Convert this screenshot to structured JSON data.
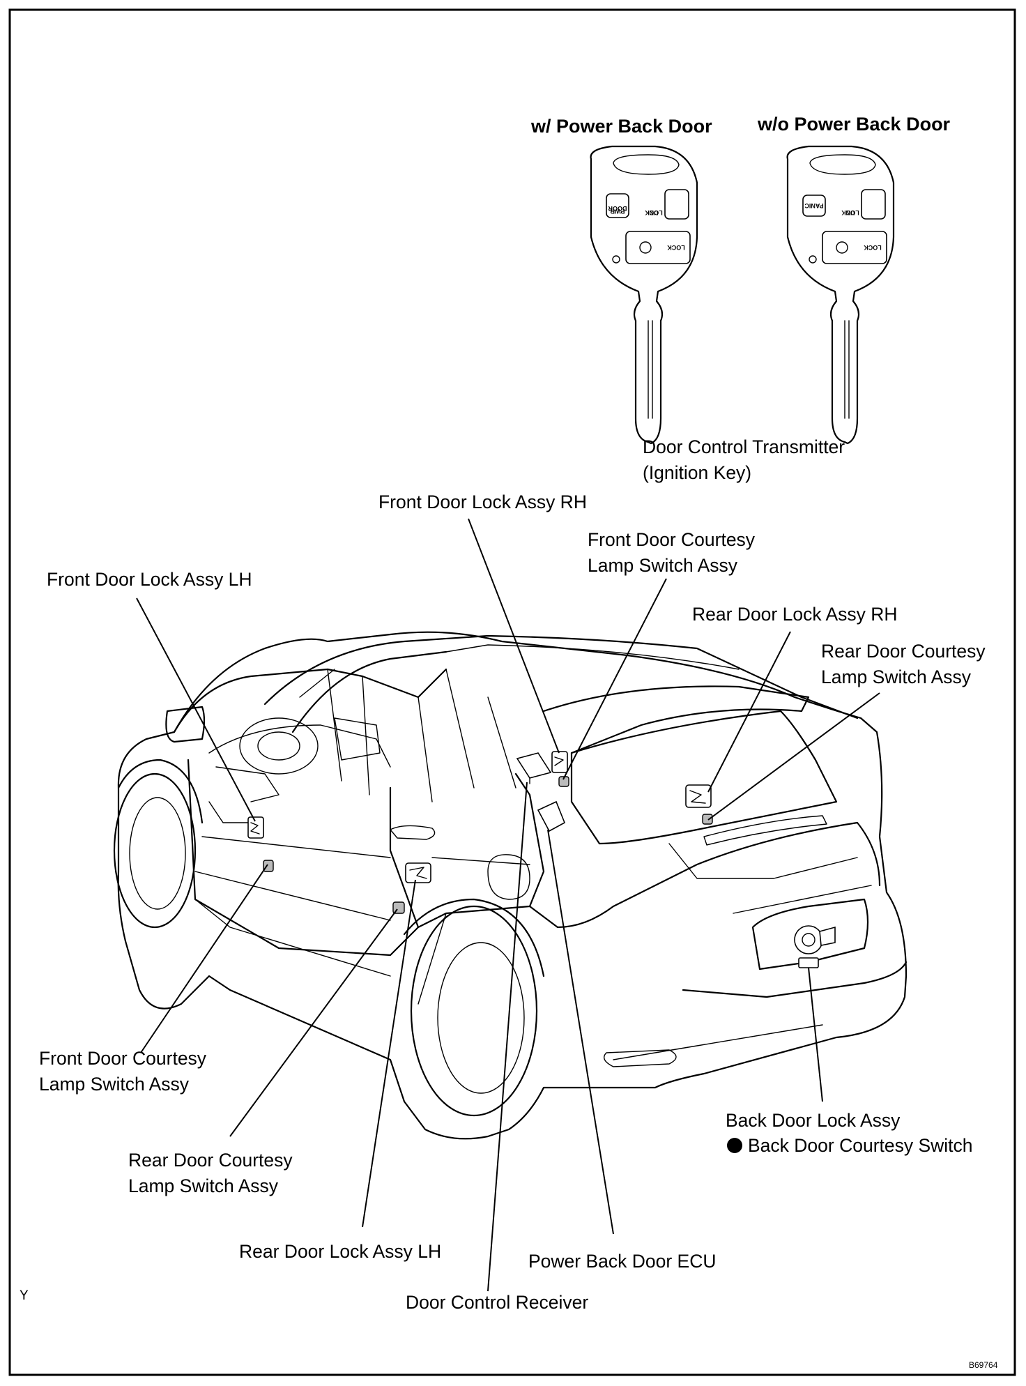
{
  "keys": {
    "with_power_back_door": "w/ Power Back Door",
    "without_power_back_door": "w/o Power Back Door",
    "transmitter_line1": "Door Control Transmitter",
    "transmitter_line2": "(Ignition Key)",
    "button_pwr_line1": "PWR",
    "button_pwr_line2": "DOOR",
    "button_panic": "PANIC",
    "button_unlock_line1": "UN",
    "button_unlock_line2": "LOCK",
    "button_lock": "LOCK"
  },
  "labels": {
    "front_door_lock_rh": "Front Door Lock Assy RH",
    "front_door_courtesy_rh_line1": "Front Door Courtesy",
    "front_door_courtesy_rh_line2": "Lamp Switch Assy",
    "front_door_lock_lh": "Front Door Lock Assy LH",
    "rear_door_lock_rh": "Rear Door Lock Assy RH",
    "rear_door_courtesy_rh_line1": "Rear Door Courtesy",
    "rear_door_courtesy_rh_line2": "Lamp Switch Assy",
    "front_door_courtesy_lh_line1": "Front Door Courtesy",
    "front_door_courtesy_lh_line2": "Lamp Switch Assy",
    "back_door_lock": "Back Door Lock Assy",
    "back_door_courtesy_switch": "Back Door Courtesy Switch",
    "rear_door_courtesy_lh_line1": "Rear Door Courtesy",
    "rear_door_courtesy_lh_line2": "Lamp Switch Assy",
    "rear_door_lock_lh": "Rear Door  Lock Assy LH",
    "power_back_door_ecu": "Power Back Door ECU",
    "door_control_receiver": "Door Control Receiver"
  },
  "corner_mark": "Y",
  "figure_code": "B69764"
}
